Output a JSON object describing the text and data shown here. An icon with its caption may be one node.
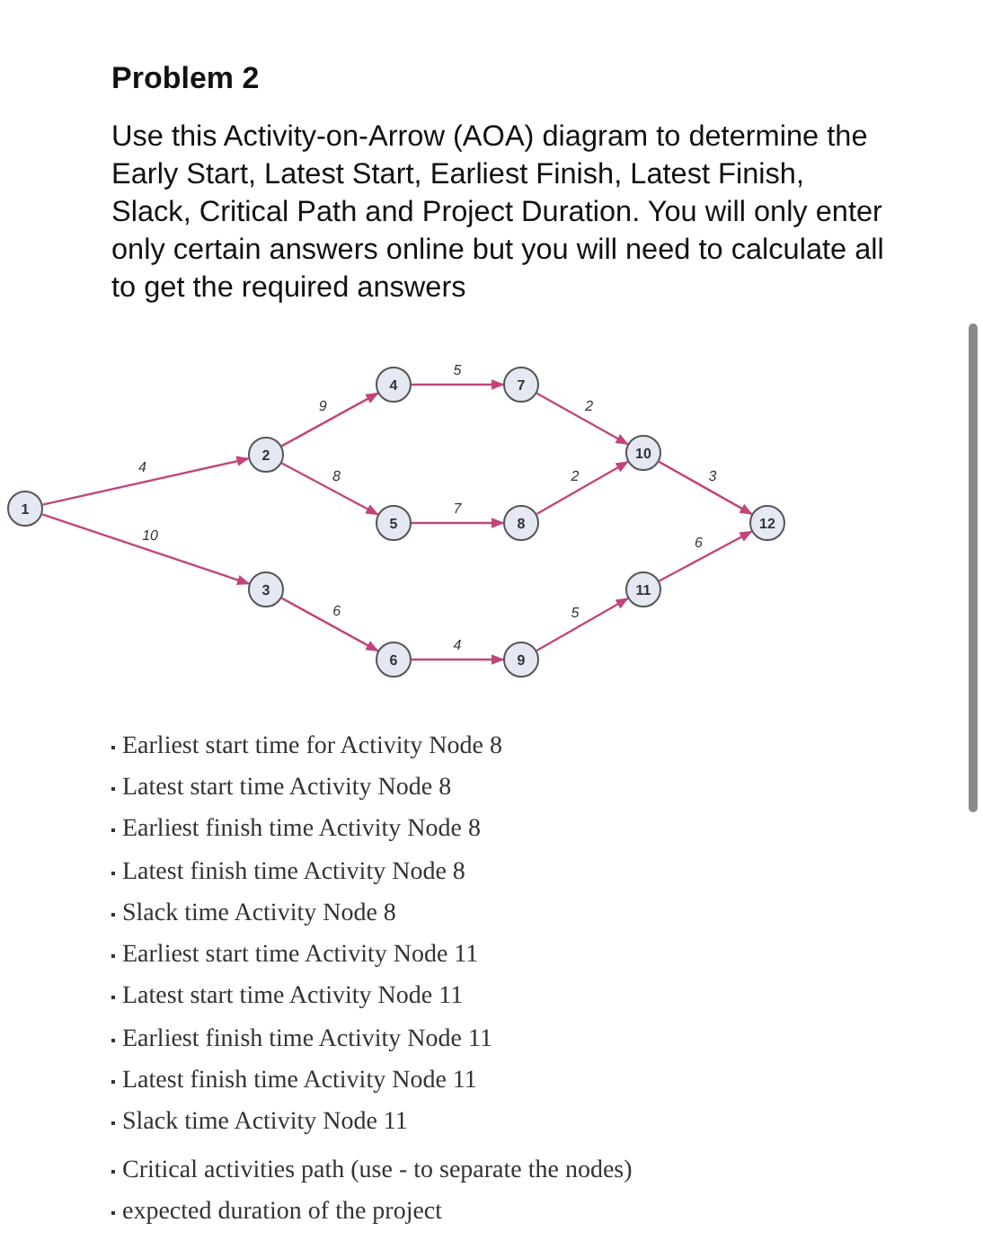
{
  "diagram": {
    "title": "Problem 2",
    "nodes": [
      {
        "text": [
          "1"
        ]
      },
      {
        "text": [
          "2"
        ]
      },
      {
        "text": [
          "3"
        ]
      },
      {
        "text": [
          "4"
        ]
      },
      {
        "text": [
          "5"
        ]
      },
      {
        "text": [
          "6"
        ]
      },
      {
        "text": [
          "7"
        ]
      },
      {
        "text": [
          "8"
        ]
      },
      {
        "text": [
          "9"
        ]
      },
      {
        "text": [
          "10"
        ]
      },
      {
        "text": [
          "11"
        ]
      },
      {
        "text": [
          "12"
        ]
      }
    ],
    "edges": [
      {
        "from": 0,
        "to": 1,
        "arrow": "to",
        "label": "4"
      },
      {
        "from": 0,
        "to": 2,
        "arrow": "to",
        "label": "10"
      },
      {
        "from": 1,
        "to": 3,
        "arrow": "to",
        "label": "9"
      },
      {
        "from": 1,
        "to": 4,
        "arrow": "to",
        "label": "8"
      },
      {
        "from": 2,
        "to": 5,
        "arrow": "to",
        "label": "6"
      },
      {
        "from": 3,
        "to": 6,
        "arrow": "to",
        "label": "5"
      },
      {
        "from": 4,
        "to": 7,
        "arrow": "to",
        "label": "7"
      },
      {
        "from": 5,
        "to": 8,
        "arrow": "to",
        "label": "4"
      },
      {
        "from": 6,
        "to": 9,
        "arrow": "to",
        "label": "2"
      },
      {
        "from": 7,
        "to": 9,
        "arrow": "to",
        "label": "2"
      },
      {
        "from": 8,
        "to": 10,
        "arrow": "to",
        "label": "5"
      },
      {
        "from": 9,
        "to": 11,
        "arrow": "to",
        "label": "3"
      },
      {
        "from": 10,
        "to": 11,
        "arrow": "to",
        "label": "6"
      }
    ],
    "labels": [
      "Use this Activity-on-Arrow (AOA) diagram to determine the Early Start, Latest Start, Earliest Finish, Latest Finish, Slack, Critical Path and Project Duration. You will only enter only certain answers online but you will need to calculate all to get the required answers",
      "Earliest start time for Activity Node 8",
      "Latest start time Activity Node 8",
      "Earliest finish time Activity Node 8",
      "Latest finish time Activity Node 8",
      "Slack time Activity Node 8",
      "Earliest start time Activity Node 11",
      "Latest start time Activity Node 11",
      "Earliest finish time Activity Node 11",
      "Latest finish time Activity Node 11",
      "Slack time Activity Node 11",
      "Critical activities path (use - to separate the nodes)",
      "expected duration of the project"
    ]
  }
}
